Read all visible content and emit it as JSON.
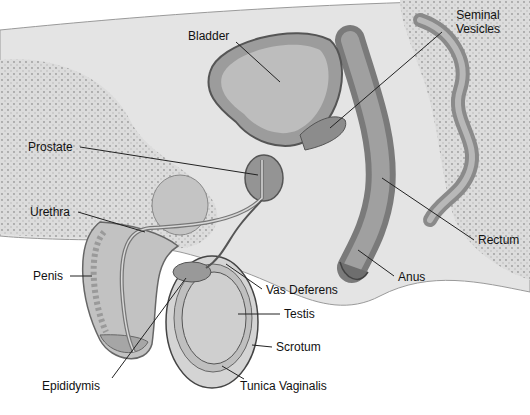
{
  "diagram": {
    "labels": [
      "Bladder",
      "Seminal Vesicles",
      "Prostate",
      "Urethra",
      "Rectum",
      "Penis",
      "Anus",
      "Vas Deferens",
      "Testis",
      "Scrotum",
      "Epididymis",
      "Tunica Vaginalis"
    ]
  }
}
